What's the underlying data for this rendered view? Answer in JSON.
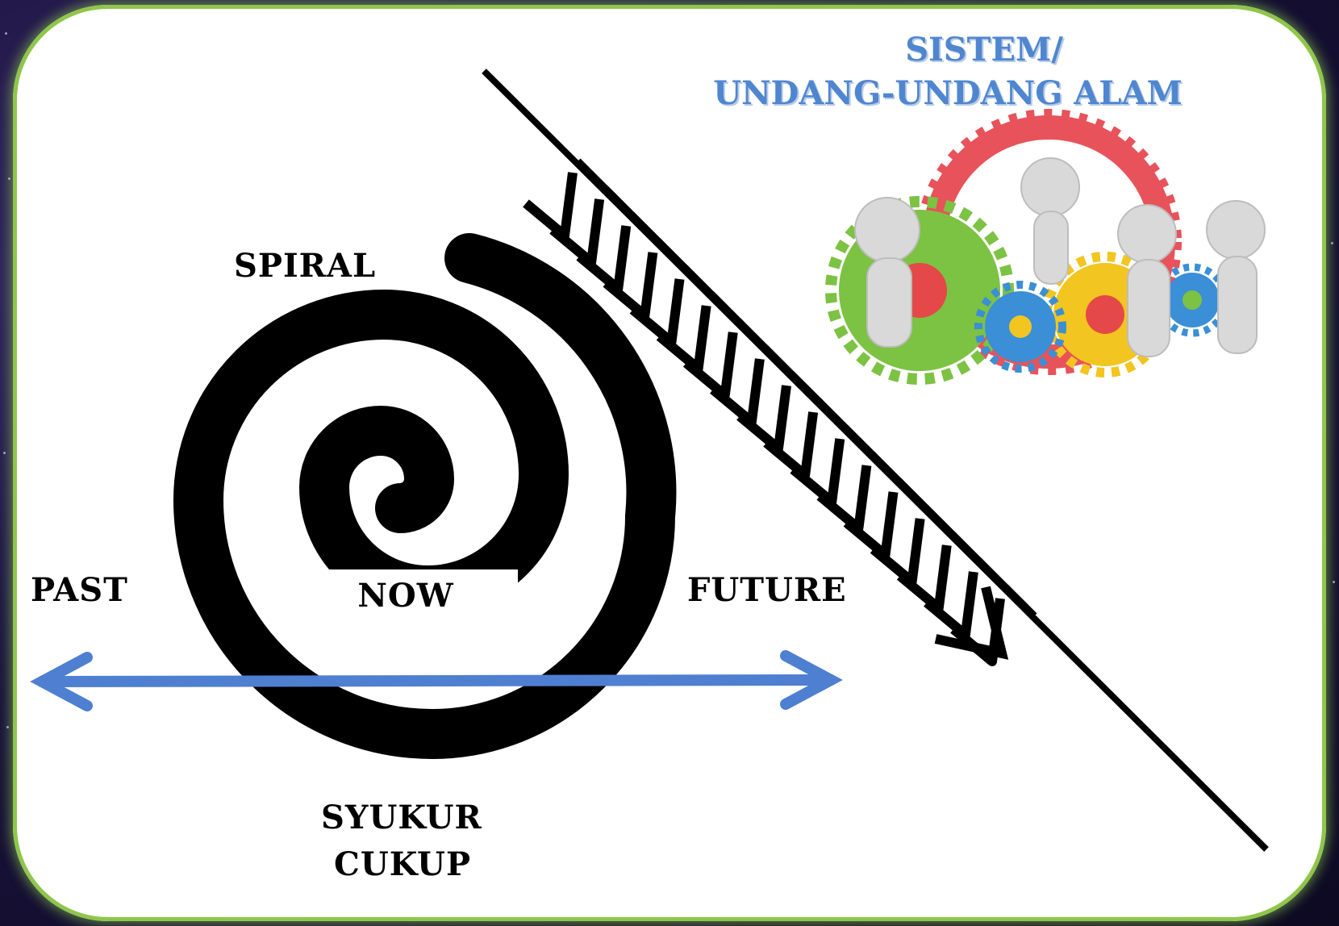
{
  "title": {
    "line1": "SISTEM/",
    "line2": "UNDANG-UNDANG ALAM"
  },
  "labels": {
    "spiral": "SPIRAL",
    "past": "PAST",
    "now": "NOW",
    "future": "FUTURE",
    "syukur": "SYUKUR",
    "cukup": "CUKUP"
  },
  "colors": {
    "frame_border": "#8fc64a",
    "timeline_arrow": "#4f7fd1",
    "title_text": "#4f86d0",
    "spiral": "#000000"
  },
  "illustration": {
    "icon": "team-pushing-gears-icon"
  }
}
